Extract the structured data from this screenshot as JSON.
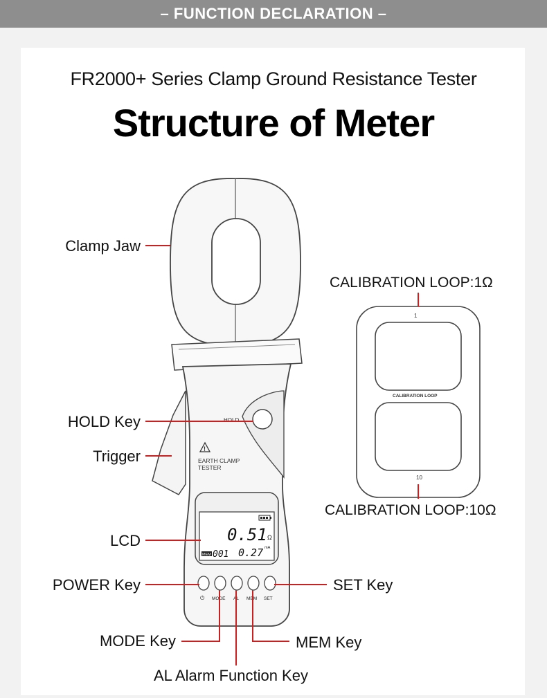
{
  "banner": "– FUNCTION DECLARATION –",
  "subtitle": "FR2000+  Series Clamp Ground Resistance Tester",
  "title": "Structure of Meter",
  "callouts": {
    "clamp_jaw": "Clamp Jaw",
    "hold_key": "HOLD Key",
    "trigger": "Trigger",
    "lcd": "LCD",
    "power_key": "POWER Key",
    "set_key": "SET Key",
    "mode_key": "MODE Key",
    "mem_key": "MEM Key",
    "al_key": "AL Alarm Function Key",
    "cal_1": "CALIBRATION LOOP:1Ω",
    "cal_10": "CALIBRATION LOOP:10Ω"
  },
  "device": {
    "hold_text": "HOLD",
    "warning_symbol": "!",
    "body_text_line1": "EARTH CLAMP",
    "body_text_line2": "TESTER",
    "lcd_main": "0.51",
    "lcd_unit": "Ω",
    "lcd_mem_tag": "MEM",
    "lcd_mem_no": "001",
    "lcd_current": "0.27",
    "lcd_current_unit": "mA",
    "key_power": "⏻",
    "key_mode": "MODE",
    "key_al": "AL",
    "key_mem": "MEM",
    "key_set": "SET"
  },
  "calibration": {
    "top_number": "1",
    "middle_text": "CALIBRATION LOOP",
    "bottom_number": "10"
  },
  "colors": {
    "banner_bg": "#8e8e8e",
    "callout_line": "#cc1f1f",
    "outline": "#444444"
  }
}
